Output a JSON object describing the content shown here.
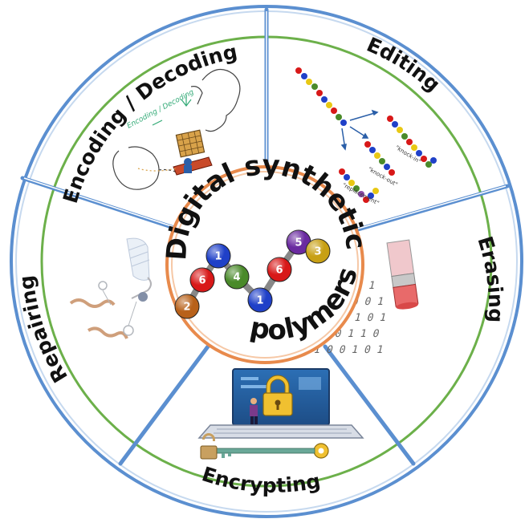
{
  "segments": {
    "encoding": "Encoding / Decoding",
    "editing": "Editing",
    "erasing": "Erasing",
    "encrypting": "Encrypting",
    "repairing": "Repairing"
  },
  "center": {
    "top": "Digital synthetic",
    "bottom": "polymers"
  },
  "sketch": {
    "encoding_label": "Encoding / Decoding"
  },
  "editing_labels": {
    "knock_in": "\"knock-in\"",
    "knock_out": "\"knock-out\"",
    "replacement": "\"replacement\""
  },
  "beads": [
    {
      "label": "2",
      "color": "#b8611a"
    },
    {
      "label": "6",
      "color": "#d81818"
    },
    {
      "label": "1",
      "color": "#1f40c8"
    },
    {
      "label": "4",
      "color": "#4a8a2a"
    },
    {
      "label": "1",
      "color": "#1f40c8"
    },
    {
      "label": "6",
      "color": "#d81818"
    },
    {
      "label": "5",
      "color": "#6a2aa0"
    },
    {
      "label": "3",
      "color": "#c8a014"
    }
  ],
  "colors": {
    "outer_ring": "#5b8fd0",
    "green_ring": "#6cb04a",
    "center_ring": "#e88a4c",
    "spokes": "#5b8fd0"
  },
  "binary_rows": [
    "1 0 1 0 1 1",
    "0 1 0 1 0 0 1",
    "1 1 0 0 1 0 1",
    "0 1 0 1 1 0",
    "1 0 0 1 0 1"
  ]
}
